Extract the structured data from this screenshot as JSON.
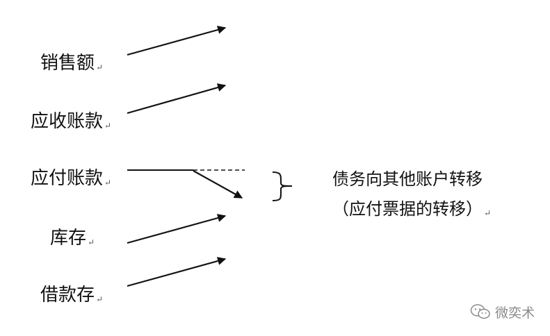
{
  "paragraph_mark": "↵",
  "labels": {
    "sales": "销售额",
    "receivables": "应收账款",
    "payables": "应付账款",
    "inventory": "库存",
    "borrowings": "借款存"
  },
  "note": {
    "line1": "债务向其他账户转移",
    "line2": "（应付票据的转移）"
  },
  "watermark": {
    "text": "微奕术",
    "icon": "wechat-icon"
  },
  "colors": {
    "ink": "#111111",
    "watermark": "#8a8a8a"
  }
}
